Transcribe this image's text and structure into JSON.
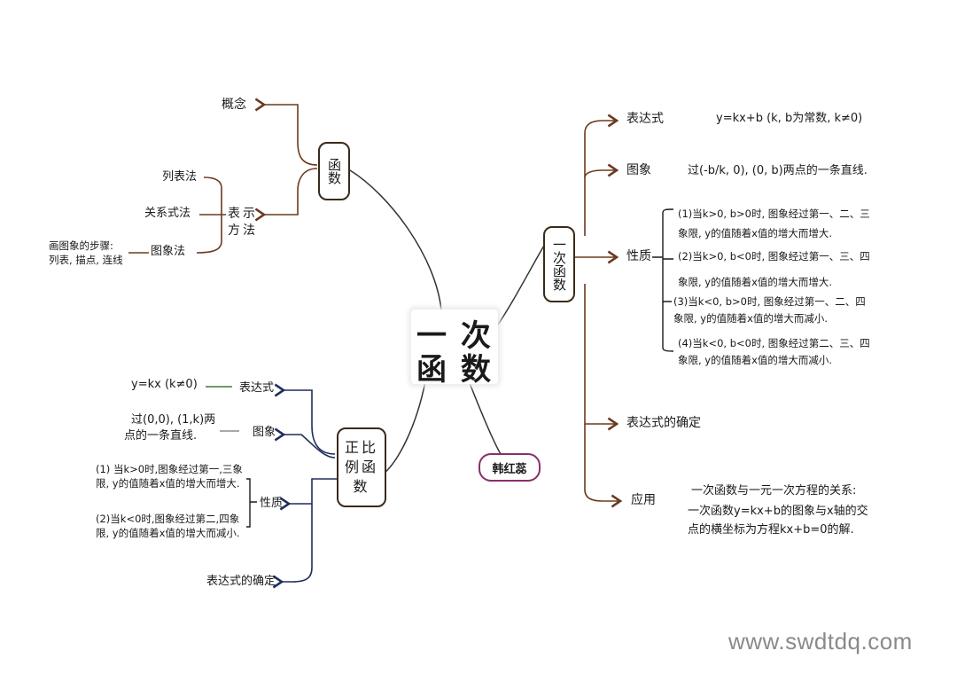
{
  "center": {
    "line1": "一 次",
    "line2": "函 数"
  },
  "author": "韩红蕊",
  "watermark": "www.swdtdq.com",
  "left_top": {
    "node": "函数",
    "concept": "概念",
    "representation": "表示方法",
    "methods": [
      "列表法",
      "关系式法",
      "图象法"
    ],
    "graph_steps": [
      "画图象的步骤:",
      "列表, 描点, 连线"
    ]
  },
  "left_bottom": {
    "node": "正比例函数",
    "expression_label": "表达式",
    "expression_value": "y=kx (k≠0)",
    "graph_label": "图象",
    "graph_desc": [
      "过(0,0), (1,k)两",
      "点的一条直线."
    ],
    "property_label": "性质",
    "properties": [
      [
        "(1) 当k>0时,图象经过第一,三象",
        "限, y的值随着x值的增大而增大."
      ],
      [
        "(2)当k<0时,图象经过第二,四象",
        "限, y的值随着x值的增大而减小."
      ]
    ],
    "determine_label": "表达式的确定"
  },
  "right": {
    "node": "一次函数",
    "expression_label": "表达式",
    "expression_value": "y=kx+b (k, b为常数, k≠0)",
    "graph_label": "图象",
    "graph_desc": "过(-b/k, 0), (0, b)两点的一条直线.",
    "property_label": "性质",
    "properties": [
      [
        "(1)当k>0, b>0时, 图象经过第一、二、三",
        "象限, y的值随着x值的增大而增大."
      ],
      [
        "(2)当k>0, b<0时, 图象经过第一、三、四",
        "象限, y的值随着x值的增大而增大."
      ],
      [
        "(3)当k<0, b>0时, 图象经过第一、二、四",
        "象限, y的值随着x值的增大而减小."
      ],
      [
        "(4)当k<0, b<0时, 图象经过第二、三、四",
        "象限, y的值随着x值的增大而减小."
      ]
    ],
    "determine_label": "表达式的确定",
    "application_label": "应用",
    "application_desc": [
      "一次函数与一元一次方程的关系:",
      "一次函数y=kx+b的图象与x轴的交",
      "点的横坐标为方程kx+b=0的解."
    ]
  },
  "colors": {
    "brown": "#6b3a1f",
    "navy": "#1f2d5c",
    "green": "#3f7a3a",
    "dark": "#1a1a1a",
    "author_border": "#8a2f6a",
    "watermark": "#8a8a8a"
  }
}
